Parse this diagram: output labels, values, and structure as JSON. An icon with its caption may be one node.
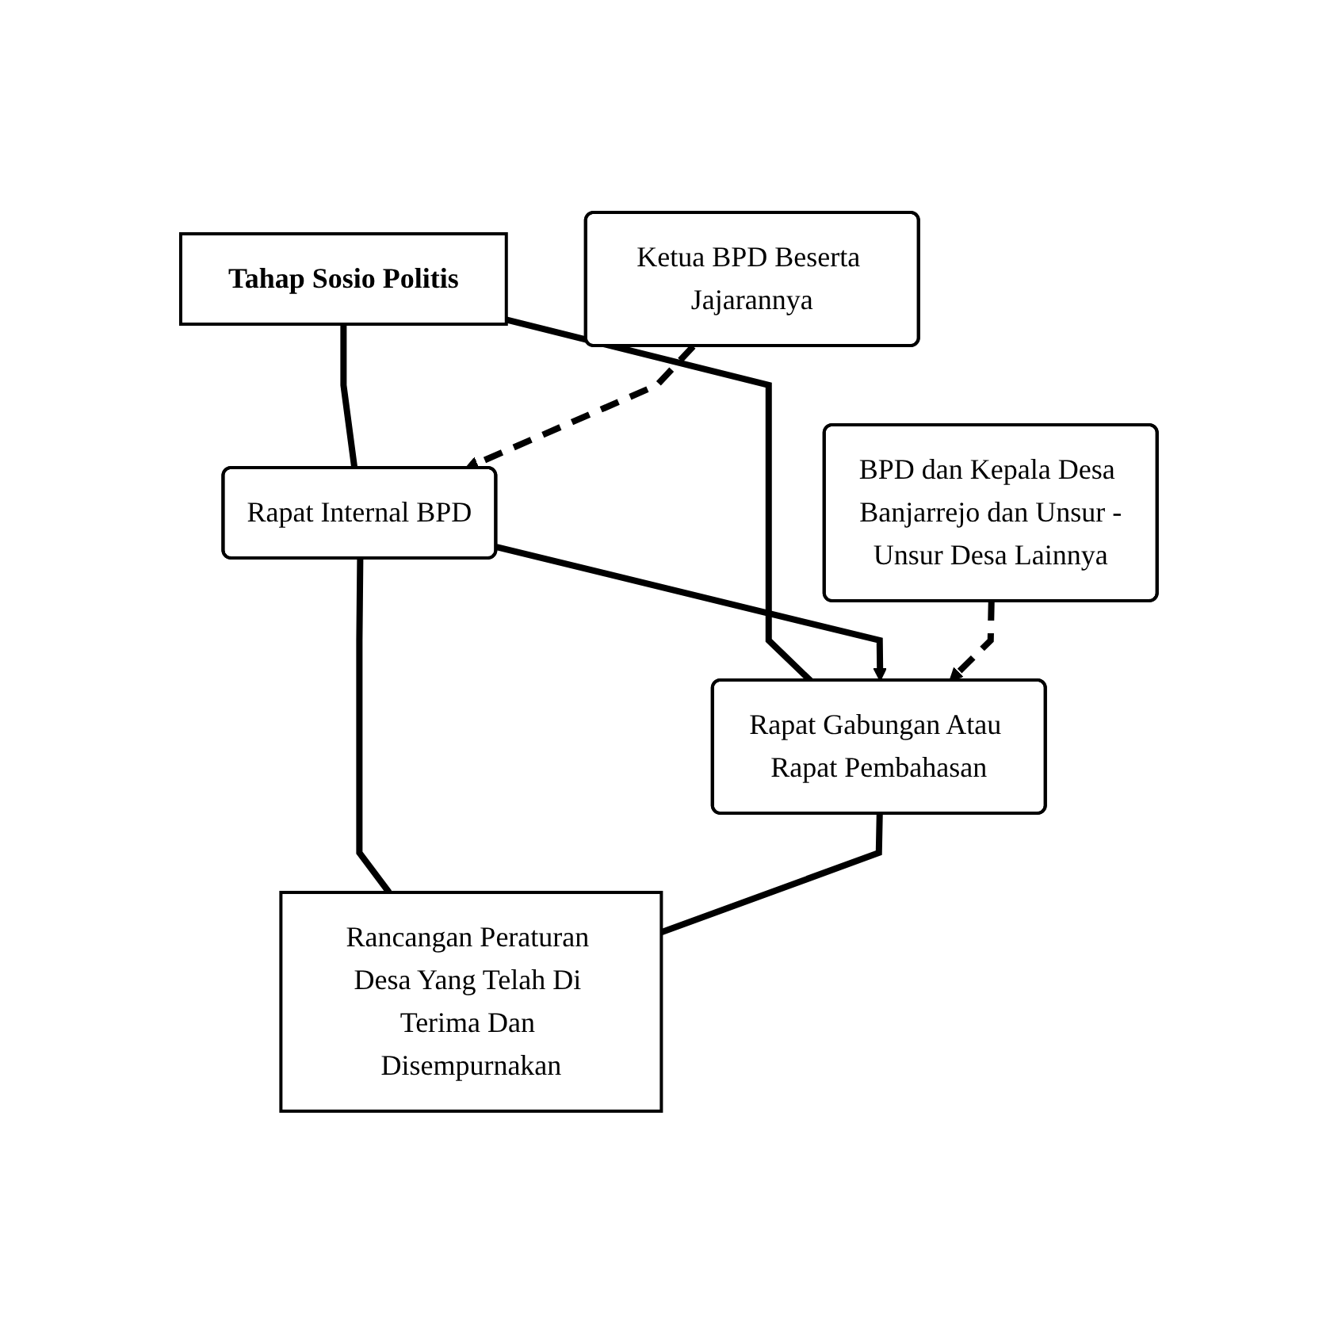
{
  "diagram": {
    "nodes": [
      {
        "text": [
          "Tahap Sosio Politis"
        ]
      },
      {
        "text": [
          "Rapat Internal BPD"
        ]
      },
      {
        "text": [
          "Rapat Gabungan Atau Rapat Pembahasan"
        ]
      },
      {
        "text": [
          "Ketua BPD Beserta Jajarannya"
        ]
      },
      {
        "text": [
          "Rancangan Peraturan Desa Yang Telah Di Terima Dan Disempurnakan"
        ]
      },
      {
        "text": [
          "BPD dan Kepala Desa Banjarrejo dan Unsur -Unsur Desa Lainnya"
        ]
      }
    ],
    "edges": [
      {
        "from": 0,
        "to": 1,
        "arrow": "none"
      },
      {
        "from": 0,
        "to": 2,
        "arrow": "none"
      },
      {
        "from": 1,
        "to": 2,
        "arrow": "to"
      },
      {
        "from": 3,
        "to": 1,
        "arrow": "to",
        "style": "dashed"
      },
      {
        "from": 5,
        "to": 2,
        "arrow": "to",
        "style": "dashed"
      },
      {
        "from": 1,
        "to": 4,
        "arrow": "none"
      },
      {
        "from": 2,
        "to": 4,
        "arrow": "none"
      }
    ]
  }
}
